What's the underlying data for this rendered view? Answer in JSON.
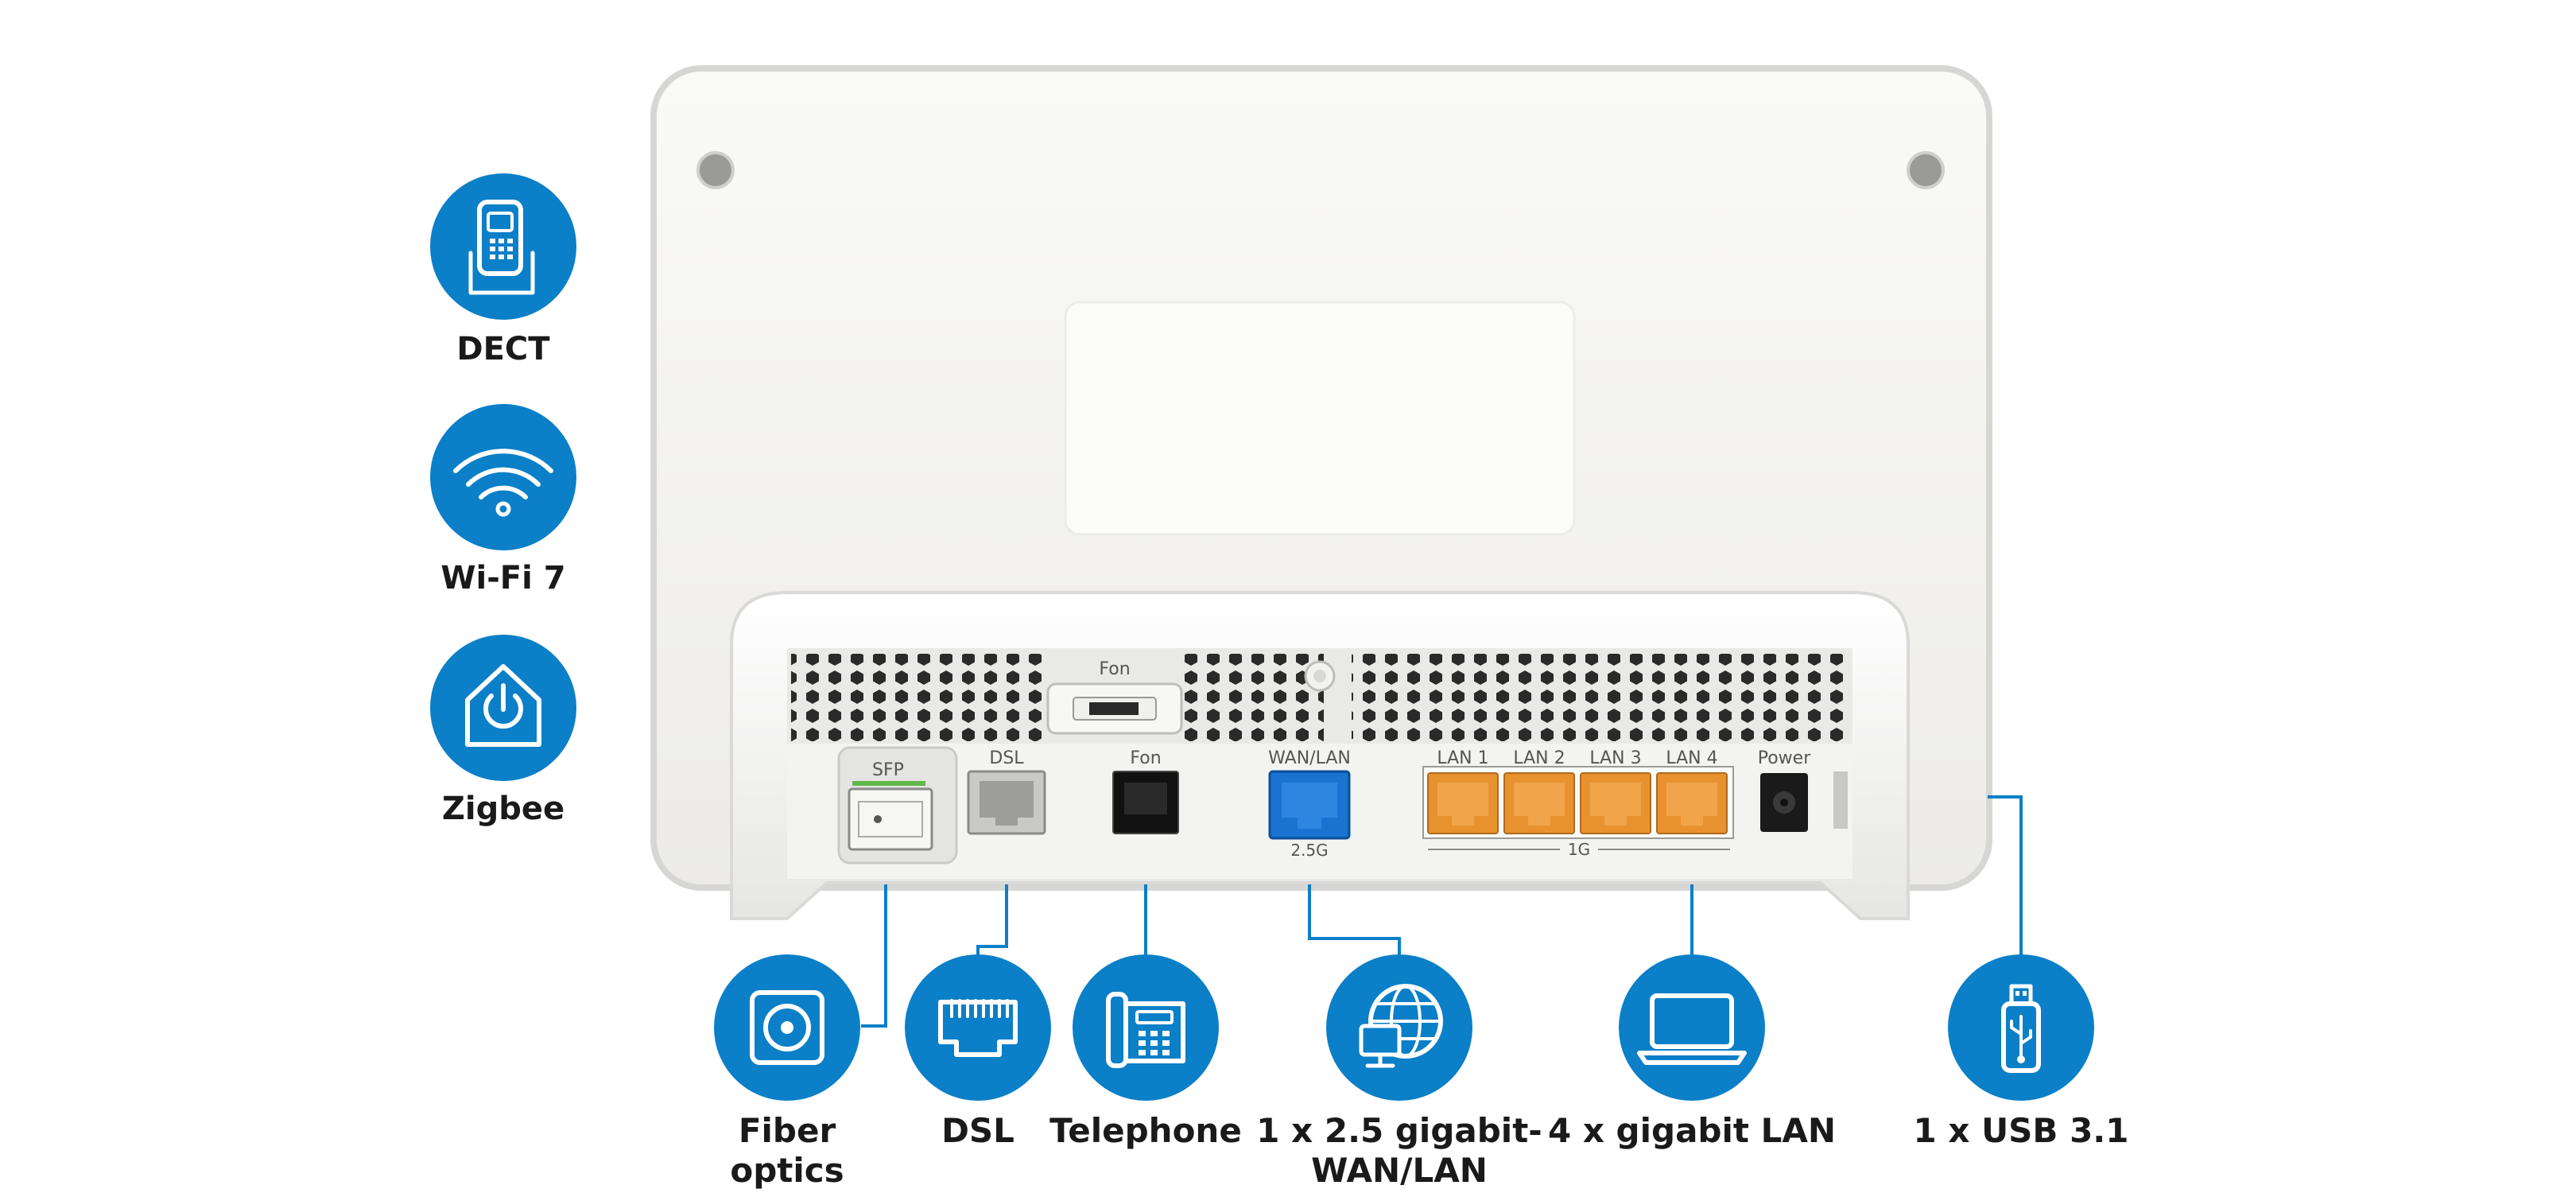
{
  "features": [
    {
      "label": "DECT",
      "icon": "dect-phone-icon"
    },
    {
      "label": "Wi-Fi 7",
      "icon": "wifi-icon"
    },
    {
      "label": "Zigbee",
      "icon": "smart-home-icon"
    }
  ],
  "ports": {
    "sfp": "SFP",
    "dsl": "DSL",
    "fon": "Fon",
    "fon_top": "Fon",
    "wan_lan": "WAN/LAN",
    "wan_speed": "2.5G",
    "lan1": "LAN 1",
    "lan2": "LAN 2",
    "lan3": "LAN 3",
    "lan4": "LAN 4",
    "lan_speed": "1G",
    "power": "Power"
  },
  "connections": [
    {
      "line1": "Fiber",
      "line2": "optics",
      "icon": "fiber-optic-icon"
    },
    {
      "line1": "DSL",
      "line2": "",
      "icon": "dsl-port-icon"
    },
    {
      "line1": "Telephone",
      "line2": "",
      "icon": "telephone-icon"
    },
    {
      "line1": "1 x 2.5 gigabit-",
      "line2": "WAN/LAN",
      "icon": "globe-network-icon"
    },
    {
      "line1": "4 x gigabit LAN",
      "line2": "",
      "icon": "laptop-icon"
    },
    {
      "line1": "1 x USB 3.1",
      "line2": "",
      "icon": "usb-stick-icon"
    }
  ],
  "colors": {
    "accent": "#0b7fc7",
    "lan_port": "#e8912f",
    "wan_port": "#1a73d1",
    "device_body": "#f4f4f2"
  }
}
